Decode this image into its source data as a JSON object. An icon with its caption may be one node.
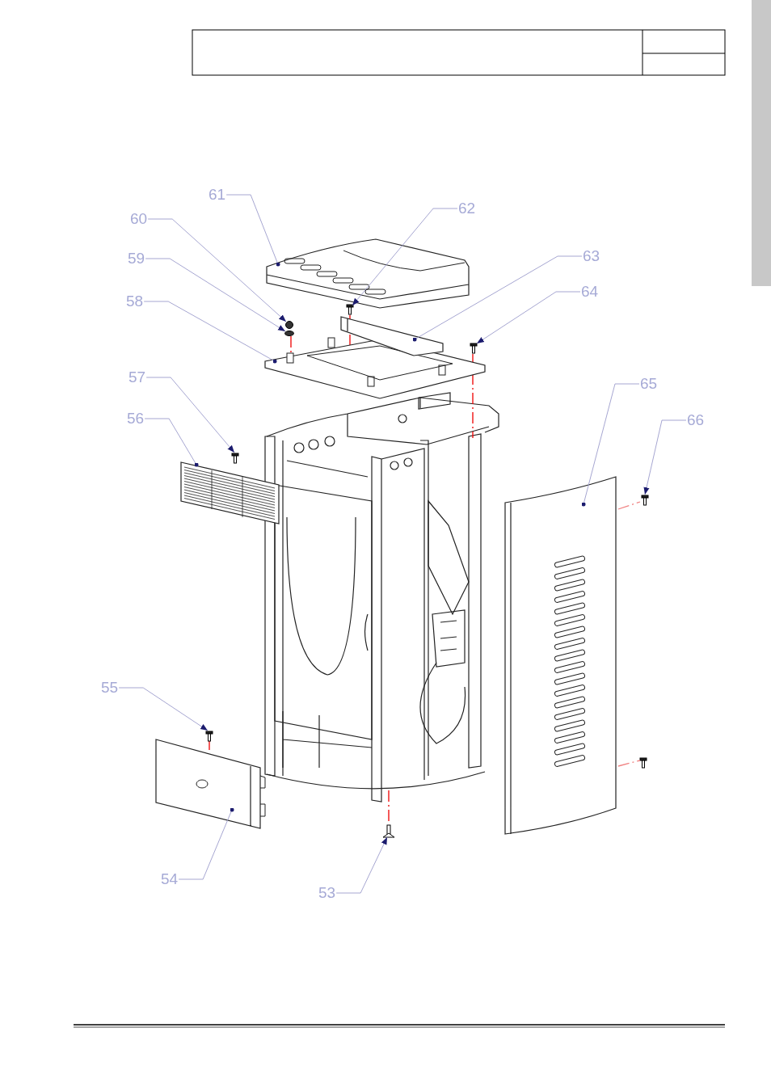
{
  "diagram": {
    "nodes": [
      {
        "text": [
          "61"
        ]
      },
      {
        "text": [
          "62"
        ]
      },
      {
        "text": [
          "60"
        ]
      },
      {
        "text": [
          "63"
        ]
      },
      {
        "text": [
          "59"
        ]
      },
      {
        "text": [
          "64"
        ]
      },
      {
        "text": [
          "58"
        ]
      },
      {
        "text": [
          "57"
        ]
      },
      {
        "text": [
          "65"
        ]
      },
      {
        "text": [
          "56"
        ]
      },
      {
        "text": [
          "66"
        ]
      },
      {
        "text": [
          "55"
        ]
      },
      {
        "text": [
          "54"
        ]
      },
      {
        "text": [
          "53"
        ]
      },
      {
        "text": [],
        "shape": "picture"
      },
      {
        "text": [],
        "shape": "picture"
      },
      {
        "text": [],
        "shape": "picture"
      },
      {
        "text": [],
        "shape": "circle"
      },
      {
        "text": [],
        "shape": "circle"
      },
      {
        "text": [],
        "shape": "picture"
      },
      {
        "text": [],
        "shape": "picture"
      },
      {
        "text": [],
        "shape": "picture"
      },
      {
        "text": [],
        "shape": "picture"
      },
      {
        "text": [],
        "shape": "picture"
      },
      {
        "text": [],
        "shape": "picture"
      },
      {
        "text": [],
        "shape": "picture"
      },
      {
        "text": [],
        "shape": "picture"
      },
      {
        "text": [],
        "shape": "picture"
      }
    ],
    "edges": [
      {
        "from": 0,
        "to": 14,
        "arrow": "other"
      },
      {
        "from": 1,
        "to": 15,
        "arrow": "to"
      },
      {
        "from": 2,
        "to": 17,
        "arrow": "to"
      },
      {
        "from": 3,
        "to": 16,
        "arrow": "other"
      },
      {
        "from": 4,
        "to": 18,
        "arrow": "to"
      },
      {
        "from": 5,
        "to": 20,
        "arrow": "to"
      },
      {
        "from": 6,
        "to": 19,
        "arrow": "other"
      },
      {
        "from": 7,
        "to": 21,
        "arrow": "to"
      },
      {
        "from": 8,
        "to": 23,
        "arrow": "other"
      },
      {
        "from": 9,
        "to": 22,
        "arrow": "other"
      },
      {
        "from": 10,
        "to": 24,
        "arrow": "to"
      },
      {
        "from": 11,
        "to": 25,
        "arrow": "to"
      },
      {
        "from": 12,
        "to": 26,
        "arrow": "other"
      },
      {
        "from": 13,
        "to": 27,
        "arrow": "to"
      }
    ]
  }
}
